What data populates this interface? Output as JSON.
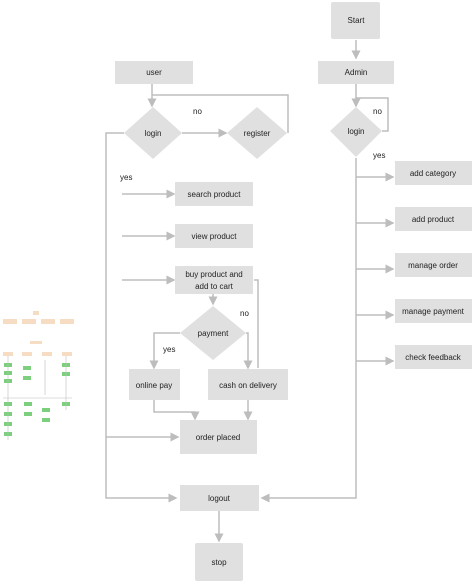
{
  "flow": {
    "start": "Start",
    "user": "user",
    "admin": "Admin",
    "user_login": "login",
    "register": "register",
    "admin_login": "login",
    "search_product": "search product",
    "view_product": "view product",
    "buy_product_line1": "buy product and",
    "buy_product_line2": "add to cart",
    "payment": "payment",
    "online_pay": "online pay",
    "cash_on_delivery": "cash on delivery",
    "order_placed": "order placed",
    "logout": "logout",
    "stop": "stop",
    "add_category": "add category",
    "add_product": "add product",
    "manage_order": "manage order",
    "manage_payment": "manage payment",
    "check_feedback": "check feedback"
  },
  "edge_labels": {
    "no_register": "no",
    "no_admin": "no",
    "yes_admin": "yes",
    "yes_user": "yes",
    "no_payment": "no",
    "yes_payment": "yes"
  },
  "colors": {
    "node_fill": "#e0e0e0",
    "edge": "#bdbdbd",
    "text": "#222222",
    "thumb_green": "#7ccf7c",
    "thumb_peach": "#f7dcc4"
  }
}
